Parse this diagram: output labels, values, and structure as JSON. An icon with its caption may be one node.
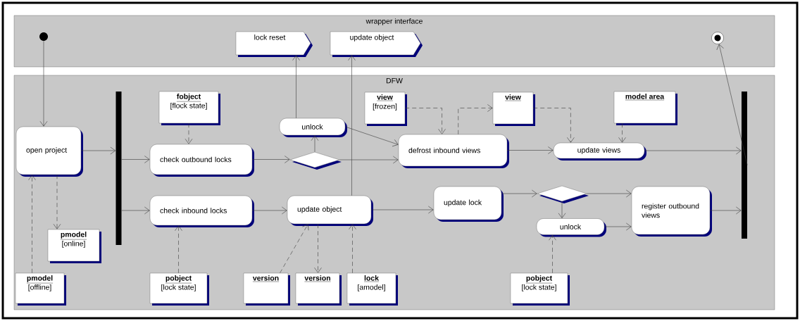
{
  "diagram": {
    "nodes": [
      {
        "text": [
          "wrapper interface"
        ]
      },
      {
        "text": [
          "DFW"
        ]
      },
      {
        "text": [],
        "shape": "circle",
        "in": 0
      },
      {
        "text": [],
        "shape": "circle",
        "in": 0
      },
      {
        "text": [
          "lock reset"
        ],
        "in": 0
      },
      {
        "text": [
          "update object"
        ],
        "in": 0
      },
      {
        "text": [
          "open project"
        ],
        "in": 1
      },
      {
        "text": [],
        "shape": "bar",
        "in": 1
      },
      {
        "text": [
          "fobject",
          "[flock state]"
        ],
        "in": 1
      },
      {
        "text": [
          "check outbound locks"
        ],
        "in": 1
      },
      {
        "text": [
          "check inbound locks"
        ],
        "in": 1
      },
      {
        "text": [
          "unlock"
        ],
        "in": 1
      },
      {
        "text": [],
        "shape": "diamond",
        "in": 1
      },
      {
        "text": [
          "update object"
        ],
        "in": 1
      },
      {
        "text": [
          "view",
          "[frozen]"
        ],
        "in": 1
      },
      {
        "text": [
          "view"
        ],
        "in": 1
      },
      {
        "text": [
          "defrost inbound views"
        ],
        "in": 1
      },
      {
        "text": [
          "model area"
        ],
        "in": 1
      },
      {
        "text": [
          "update views"
        ],
        "in": 1
      },
      {
        "text": [
          "update lock"
        ],
        "in": 1
      },
      {
        "text": [],
        "shape": "diamond",
        "in": 1
      },
      {
        "text": [
          "unlock"
        ],
        "in": 1
      },
      {
        "text": [
          "register outbound views"
        ],
        "in": 1
      },
      {
        "text": [],
        "shape": "bar",
        "in": 1
      },
      {
        "text": [
          "pmodel",
          "[online]"
        ],
        "in": 1
      },
      {
        "text": [
          "pmodel",
          "[offline]"
        ],
        "in": 1
      },
      {
        "text": [
          "pobject",
          "[lock state]"
        ],
        "in": 1
      },
      {
        "text": [
          "version"
        ],
        "in": 1
      },
      {
        "text": [
          "version"
        ],
        "in": 1
      },
      {
        "text": [
          "lock",
          "[amodel]"
        ],
        "in": 1
      },
      {
        "text": [
          "pobject",
          "[lock state]"
        ],
        "in": 1
      }
    ],
    "edges": [
      {
        "from": 2,
        "to": 6,
        "arrow": "to"
      },
      {
        "from": 6,
        "to": 7,
        "arrow": "to"
      },
      {
        "from": 7,
        "to": 9,
        "arrow": "to"
      },
      {
        "from": 7,
        "to": 10,
        "arrow": "to"
      },
      {
        "from": 8,
        "to": 9,
        "arrow": "to",
        "style": "dashed"
      },
      {
        "from": 9,
        "to": 12,
        "arrow": "to"
      },
      {
        "from": 12,
        "to": 11,
        "arrow": "to"
      },
      {
        "from": 12,
        "to": 16,
        "arrow": "to"
      },
      {
        "from": 11,
        "to": 4,
        "arrow": "to"
      },
      {
        "from": 11,
        "to": 16,
        "arrow": "to"
      },
      {
        "from": 10,
        "to": 13,
        "arrow": "to"
      },
      {
        "from": 13,
        "to": 5,
        "arrow": "to"
      },
      {
        "from": 13,
        "to": 19,
        "arrow": "to"
      },
      {
        "from": 14,
        "to": 16,
        "arrow": "to",
        "style": "dashed"
      },
      {
        "from": 16,
        "to": 15,
        "arrow": "to",
        "style": "dashed"
      },
      {
        "from": 15,
        "to": 18,
        "arrow": "to",
        "style": "dashed"
      },
      {
        "from": 17,
        "to": 18,
        "arrow": "to",
        "style": "dashed"
      },
      {
        "from": 16,
        "to": 18,
        "arrow": "to"
      },
      {
        "from": 18,
        "to": 23,
        "arrow": "to"
      },
      {
        "from": 23,
        "to": 3,
        "arrow": "to"
      },
      {
        "from": 19,
        "to": 20,
        "arrow": "to"
      },
      {
        "from": 20,
        "to": 22,
        "arrow": "to"
      },
      {
        "from": 20,
        "to": 21,
        "arrow": "to"
      },
      {
        "from": 21,
        "to": 22,
        "arrow": "to"
      },
      {
        "from": 22,
        "to": 23,
        "arrow": "to"
      },
      {
        "from": 6,
        "to": 24,
        "arrow": "to",
        "style": "dashed"
      },
      {
        "from": 25,
        "to": 6,
        "arrow": "to",
        "style": "dashed"
      },
      {
        "from": 26,
        "to": 10,
        "arrow": "to",
        "style": "dashed"
      },
      {
        "from": 27,
        "to": 13,
        "arrow": "to",
        "style": "dashed"
      },
      {
        "from": 13,
        "to": 28,
        "arrow": "to",
        "style": "dashed"
      },
      {
        "from": 29,
        "to": 13,
        "arrow": "to",
        "style": "dashed"
      },
      {
        "from": 30,
        "to": 21,
        "arrow": "to",
        "style": "dashed"
      }
    ]
  }
}
